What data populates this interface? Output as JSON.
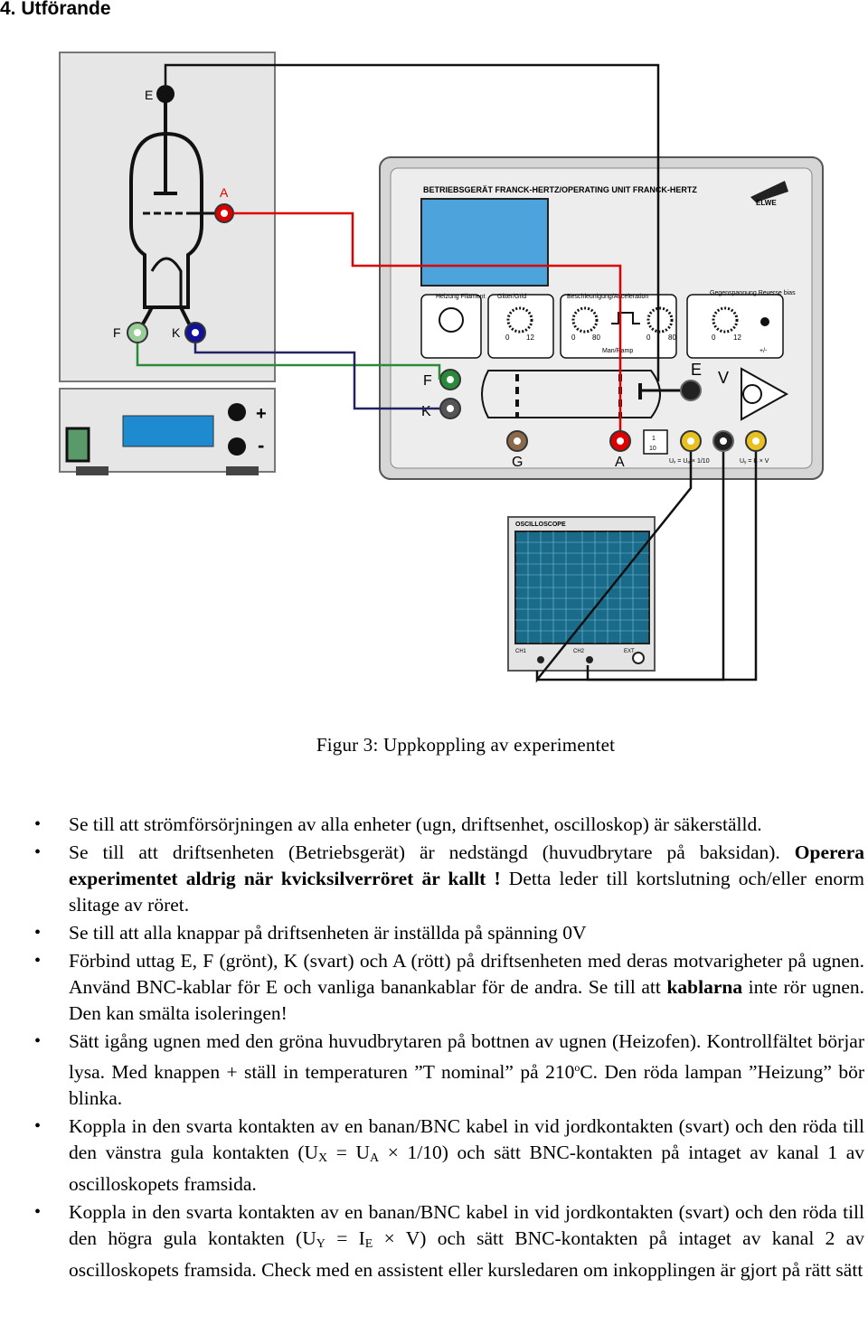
{
  "heading": "4. Utförande",
  "caption": "Figur 3: Uppkoppling av experimentet",
  "figure": {
    "furnace_labels": {
      "E": "E",
      "A": "A",
      "F": "F",
      "K": "K"
    },
    "supply_labels": {
      "plus": "+",
      "minus": "-"
    },
    "unit_title": "BETRIEBSGERÄT FRANCK-HERTZ/OPERATING UNIT FRANCK-HERTZ",
    "logo_text": "ELWE",
    "knobs": {
      "heizung": "Heizung\nFilament",
      "gitter": "Gitter/Grid",
      "beschl": "Beschleunigung/Acceleration",
      "gegen": "Gegenspannung\nReverse bias"
    },
    "ranges": {
      "r1": "0",
      "r2": "12",
      "r3": "0",
      "r4": "80",
      "r5": "0",
      "r6": "80",
      "r7": "0",
      "r8": "12"
    },
    "man_ramp": "Man/Ramp",
    "plusminus": "+/-",
    "unit_labels": {
      "F": "F",
      "K": "K",
      "G": "G",
      "A": "A",
      "E": "E",
      "V": "V"
    },
    "ratio": {
      "top": "1",
      "bottom": "10"
    },
    "ux": "Uₓ = Uₐ × 1/10",
    "uy": "Uᵧ = Iₑ × V",
    "osc_title": "OSCILLOSCOPE",
    "osc_labels": {
      "ch1": "CH1",
      "ch2": "CH2",
      "ext": "EXT"
    }
  },
  "bullets": [
    {
      "t1": "Se till att strömförsörjningen av alla enheter (ugn, driftsenhet, oscilloskop) är säkerställd."
    },
    {
      "t1": "Se till att driftsenheten (Betriebsgerät) är nedstängd (huvudbrytare på baksidan). ",
      "bold": "Operera experimentet aldrig när kvicksilverröret är kallt !",
      "t2": " Detta leder till kortslutning och/eller enorm slitage av röret."
    },
    {
      "t1": "Se till att alla knappar på driftsenheten är inställda på spänning 0V"
    },
    {
      "t1": "Förbind uttag E, F (grönt), K (svart) och A (rött) på driftsenheten med deras motvarigheter på ugnen. Använd BNC-kablar för E och vanliga banankablar för de andra. Se till att ",
      "bold": "kablarna",
      "t2": " inte rör ugnen. Den kan smälta isoleringen!"
    },
    {
      "t1": "Sätt igång ugnen med den gröna huvudbrytaren på bottnen av ugnen (Heizofen). Kontrollfältet börjar lysa. Med knappen + ställ in temperaturen ”T nominal” på 210",
      "sup": "o",
      "t2": "C. Den röda lampan ”Heizung” bör blinka."
    },
    {
      "t1": "Koppla in den svarta kontakten av en banan/BNC kabel in vid jordkontakten (svart) och den röda till den vänstra gula kontakten (U",
      "s1": "X",
      "t2": " = U",
      "s2": "A",
      "t3": " × 1/10)  och sätt BNC-kontakten på intaget av kanal 1 av oscilloskopets framsida."
    },
    {
      "t1": "Koppla in den svarta kontakten av en banan/BNC kabel in vid jordkontakten (svart) och den röda till den högra gula kontakten (U",
      "s1": "Y",
      "t2": " = I",
      "s2": "E",
      "t3": " × V)  och sätt BNC-kontakten på intaget av kanal 2 av oscilloskopets framsida. Check med en assistent eller kursledaren om inkopplingen är gjort på rätt sätt"
    }
  ]
}
